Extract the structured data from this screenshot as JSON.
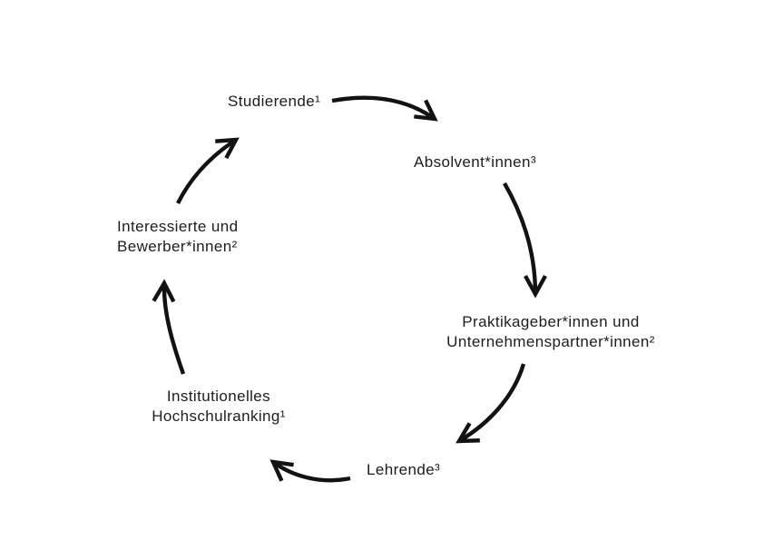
{
  "diagram": {
    "type": "cycle",
    "background_color": "#ffffff",
    "text_color": "#1d1d1d",
    "arrow_color": "#121212",
    "nodes": [
      {
        "id": "studierende",
        "label": "Studierende¹"
      },
      {
        "id": "absolventinnen",
        "label": "Absolvent*innen³"
      },
      {
        "id": "praktikageber",
        "label": "Praktikageber*innen und\nUnternehmenspartner*innen²"
      },
      {
        "id": "lehrende",
        "label": "Lehrende³"
      },
      {
        "id": "hochschulranking",
        "label": "Institutionelles\nHochschulranking¹"
      },
      {
        "id": "interessierte",
        "label": "Interessierte und\nBewerber*innen²"
      }
    ],
    "edges": [
      {
        "from": "studierende",
        "to": "absolventinnen"
      },
      {
        "from": "absolventinnen",
        "to": "praktikageber"
      },
      {
        "from": "praktikageber",
        "to": "lehrende"
      },
      {
        "from": "lehrende",
        "to": "hochschulranking"
      },
      {
        "from": "hochschulranking",
        "to": "interessierte"
      },
      {
        "from": "interessierte",
        "to": "studierende"
      }
    ]
  }
}
